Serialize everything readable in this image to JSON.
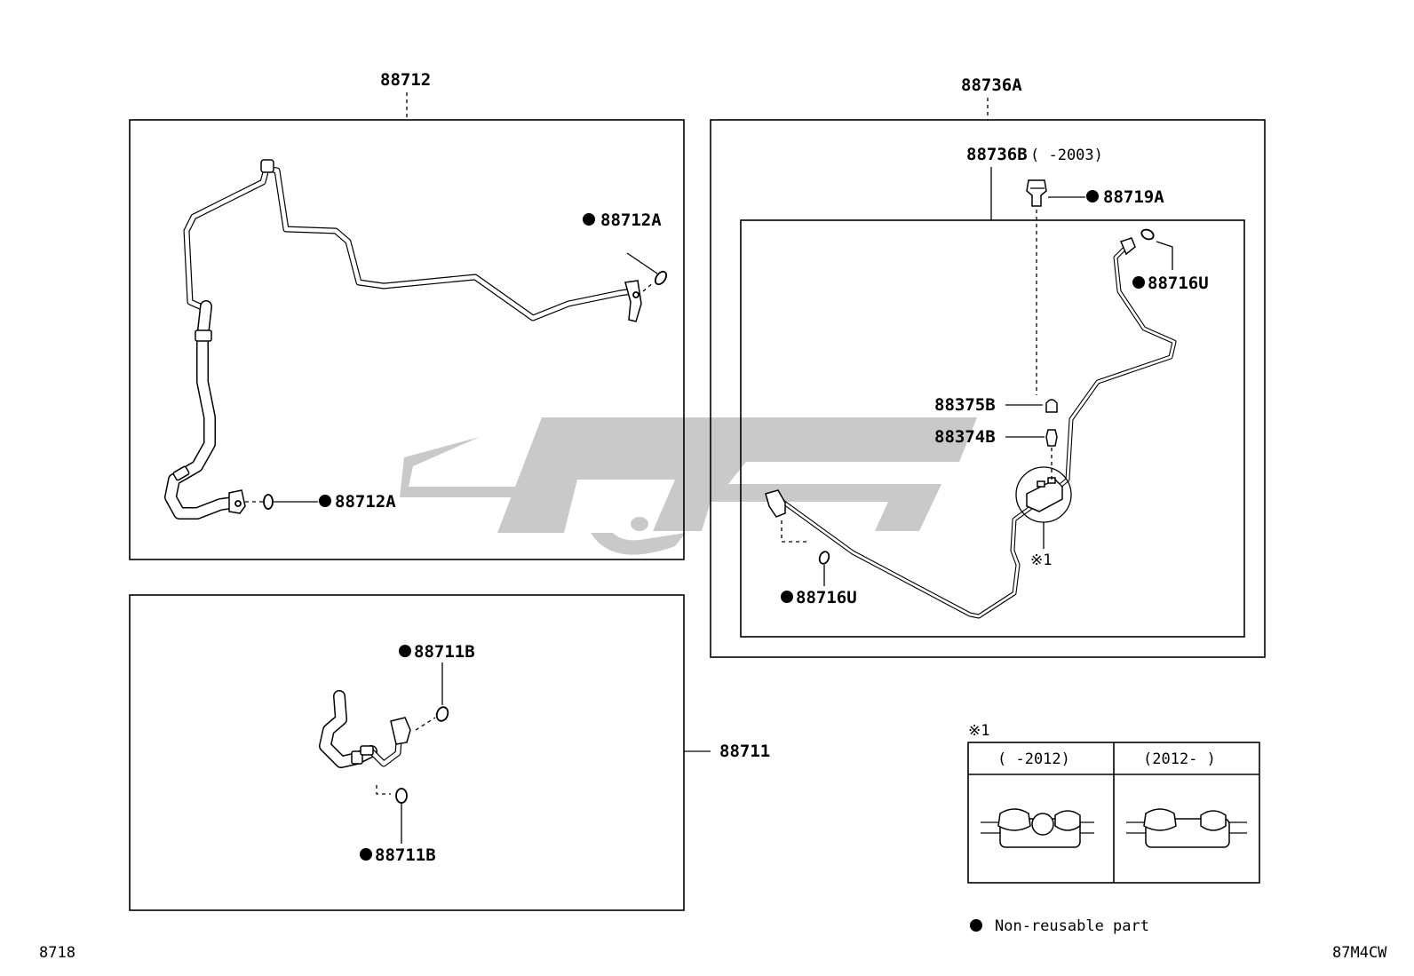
{
  "diagram": {
    "labels": {
      "hose_assy_upper": "88712",
      "oring_upper_right": "88712A",
      "oring_upper_left": "88712A",
      "tube_assy_main": "88736A",
      "tube_assy_sub": "88736B",
      "tube_assy_sub_range": "(     -2003)",
      "valve_core": "88719A",
      "oring_sub_top": "88716U",
      "oring_sub_bottom": "88716U",
      "cap": "88375B",
      "valve": "88374B",
      "ref_mark": "※1",
      "oring_lower_top": "88711B",
      "oring_lower_bottom": "88711B",
      "hose_assy_lower": "88711"
    },
    "inset": {
      "title": "※1",
      "col_left": "(     -2012)",
      "col_right": "(2012-     )"
    },
    "legend": {
      "text": "Non-reusable part"
    },
    "footer": {
      "left_code": "8718",
      "right_code": "87M4CW"
    }
  }
}
